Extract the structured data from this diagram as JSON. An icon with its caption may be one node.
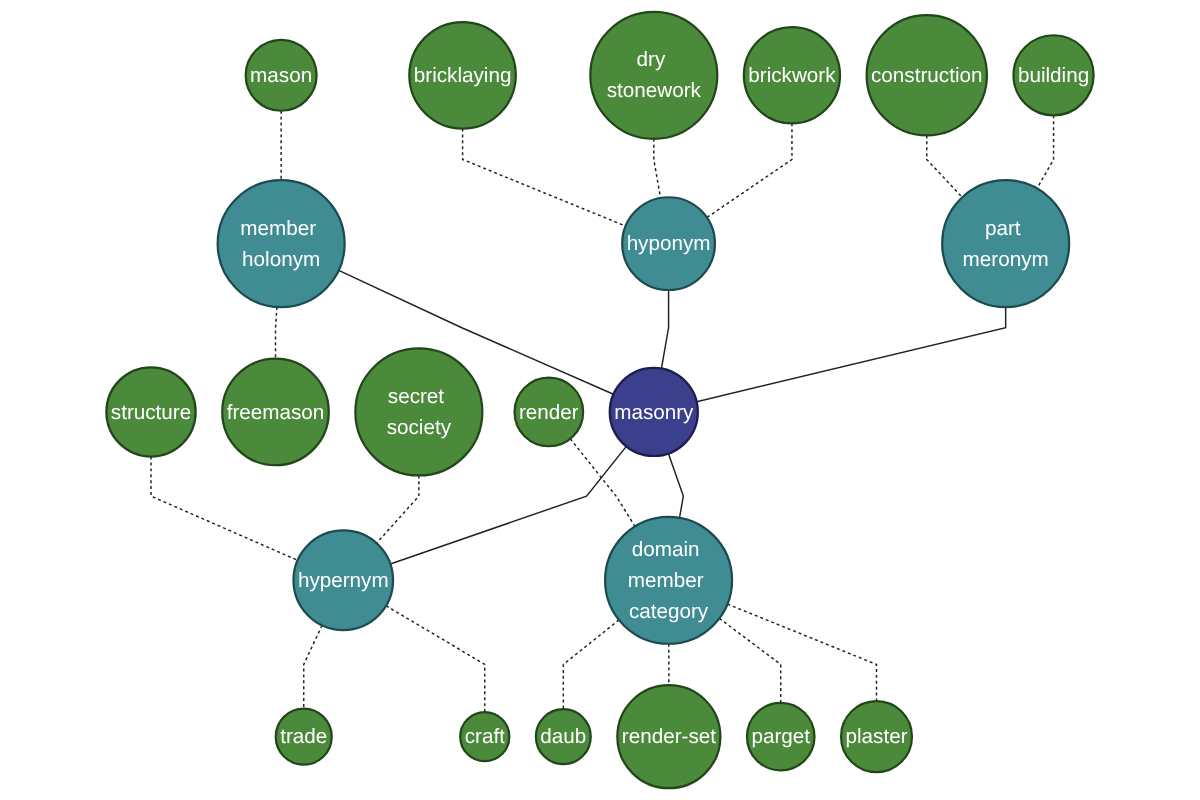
{
  "diagram": {
    "nodes": [
      {
        "text": [
          "masonry"
        ]
      },
      {
        "text": [
          "part meronym"
        ]
      },
      {
        "text": [
          "building"
        ]
      },
      {
        "text": [
          "construction"
        ]
      },
      {
        "text": [
          "hyponym"
        ]
      },
      {
        "text": [
          "brickwork"
        ]
      },
      {
        "text": [
          "dry stonework"
        ]
      },
      {
        "text": [
          "bricklaying"
        ]
      },
      {
        "text": [
          "member holonym"
        ]
      },
      {
        "text": [
          "mason"
        ]
      },
      {
        "text": [
          "freemason"
        ]
      },
      {
        "text": [
          "hypernym"
        ]
      },
      {
        "text": [
          "secret society"
        ]
      },
      {
        "text": [
          "structure"
        ]
      },
      {
        "text": [
          "trade"
        ]
      },
      {
        "text": [
          "craft"
        ]
      },
      {
        "text": [
          "domain member category"
        ]
      },
      {
        "text": [
          "render"
        ]
      },
      {
        "text": [
          "daub"
        ]
      },
      {
        "text": [
          "render-set"
        ]
      },
      {
        "text": [
          "parget"
        ]
      },
      {
        "text": [
          "plaster"
        ]
      }
    ],
    "edges": [
      {
        "from": 1,
        "to": 0,
        "arrow": "none"
      },
      {
        "from": 4,
        "to": 0,
        "arrow": "none"
      },
      {
        "from": 8,
        "to": 0,
        "arrow": "none"
      },
      {
        "from": 0,
        "to": 11,
        "arrow": "none"
      },
      {
        "from": 0,
        "to": 16,
        "arrow": "none"
      },
      {
        "from": 2,
        "to": 1,
        "arrow": "none",
        "style": "dashed"
      },
      {
        "from": 3,
        "to": 1,
        "arrow": "none",
        "style": "dashed"
      },
      {
        "from": 5,
        "to": 4,
        "arrow": "none",
        "style": "dashed"
      },
      {
        "from": 6,
        "to": 4,
        "arrow": "none",
        "style": "dashed"
      },
      {
        "from": 7,
        "to": 4,
        "arrow": "none",
        "style": "dashed"
      },
      {
        "from": 9,
        "to": 8,
        "arrow": "none",
        "style": "dashed"
      },
      {
        "from": 8,
        "to": 10,
        "arrow": "none",
        "style": "dashed"
      },
      {
        "from": 12,
        "to": 11,
        "arrow": "none",
        "style": "dashed"
      },
      {
        "from": 13,
        "to": 11,
        "arrow": "none",
        "style": "dashed"
      },
      {
        "from": 11,
        "to": 14,
        "arrow": "none",
        "style": "dashed"
      },
      {
        "from": 11,
        "to": 15,
        "arrow": "none",
        "style": "dashed"
      },
      {
        "from": 17,
        "to": 16,
        "arrow": "none",
        "style": "dashed"
      },
      {
        "from": 16,
        "to": 18,
        "arrow": "none",
        "style": "dashed"
      },
      {
        "from": 16,
        "to": 19,
        "arrow": "none",
        "style": "dashed"
      },
      {
        "from": 16,
        "to": 20,
        "arrow": "none",
        "style": "dashed"
      },
      {
        "from": 16,
        "to": 21,
        "arrow": "none",
        "style": "dashed"
      }
    ]
  }
}
